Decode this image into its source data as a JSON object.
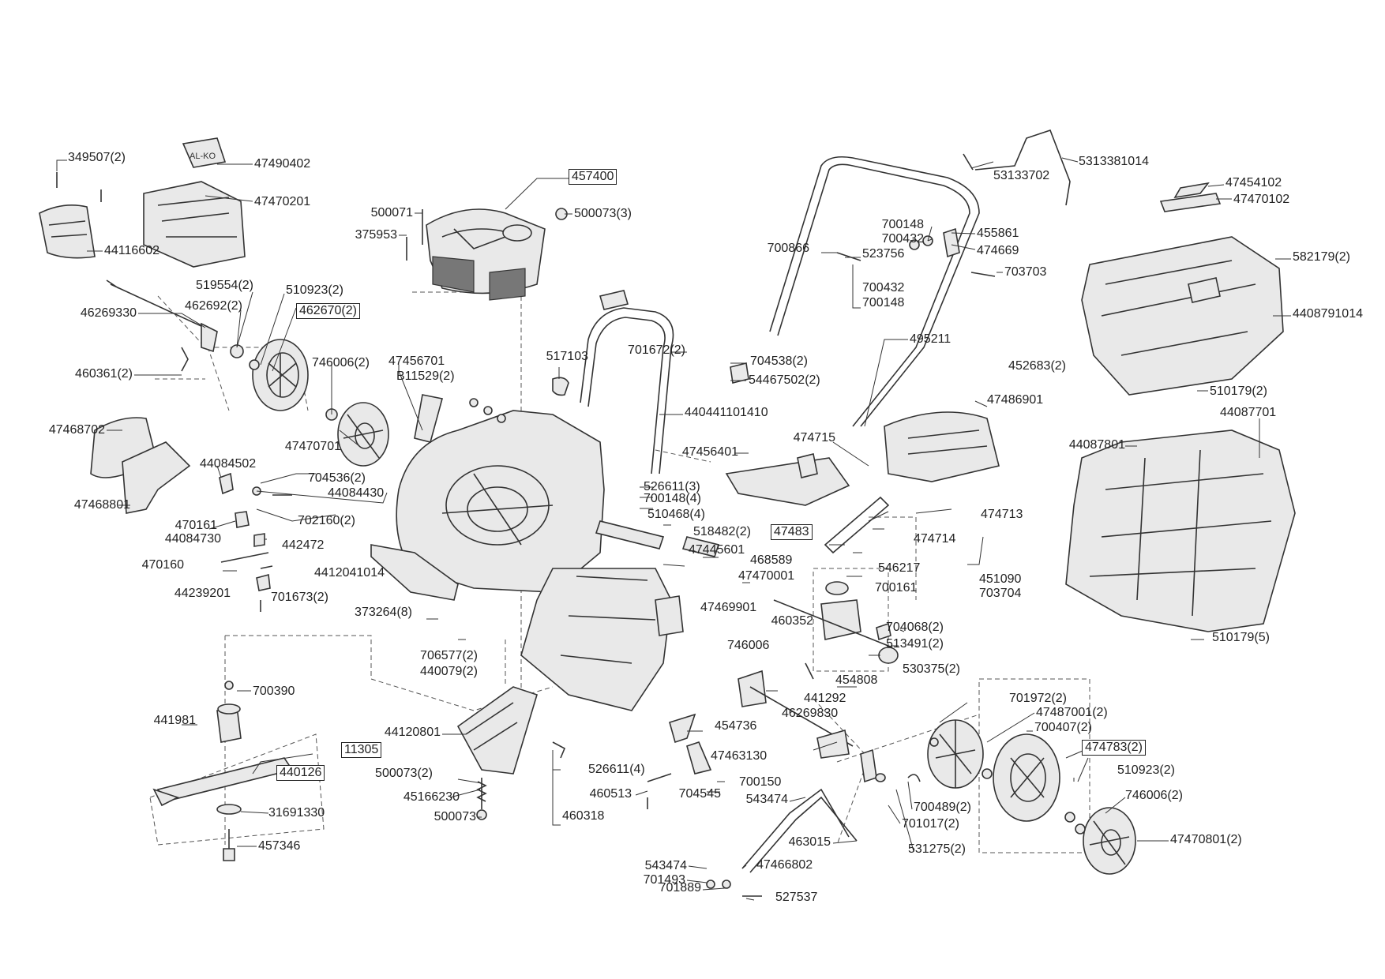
{
  "labels": {
    "l349507": "349507(2)",
    "l47490402": "47490402",
    "l47470201": "47470201",
    "l44116602": "44116602",
    "l500071": "500071",
    "l375953": "375953",
    "l457400": "457400",
    "l500073_3": "500073(3)",
    "l5313381014": "5313381014",
    "l53133702": "53133702",
    "l47454102": "47454102",
    "l47470102": "47470102",
    "l700148a": "700148",
    "l700432a": "700432",
    "l700866": "700866",
    "l523756": "523756",
    "l455861": "455861",
    "l474669": "474669",
    "l703703": "703703",
    "l582179": "582179(2)",
    "l700432b": "700432",
    "l700148b": "700148",
    "l4408791014": "4408791014",
    "l519554": "519554(2)",
    "l510923a": "510923(2)",
    "l46269330": "46269330",
    "l462692": "462692(2)",
    "l462670": "462670(2)",
    "l495211": "495211",
    "l460361": "460361(2)",
    "l701672": "701672(2)",
    "l517103": "517103",
    "l704538": "704538(2)",
    "l452683": "452683(2)",
    "l746006a": "746006(2)",
    "l47456701": "47456701",
    "l54467502": "54467502(2)",
    "lB11529": "B11529(2)",
    "l510179a": "510179(2)",
    "l47486901": "47486901",
    "l47468702": "47468702",
    "l440441101410": "440441101410",
    "l44087701": "44087701",
    "l47470701": "47470701",
    "l474715": "474715",
    "l44087801": "44087801",
    "l47456401": "47456401",
    "l44084502": "44084502",
    "l526611_3": "526611(3)",
    "l704536": "704536(2)",
    "l700148_4": "700148(4)",
    "l47468801": "47468801",
    "l44084430": "44084430",
    "l510468": "510468(4)",
    "l474713": "474713",
    "l470161": "470161",
    "l702160": "702160(2)",
    "l44084730": "44084730",
    "l518482": "518482(2)",
    "l47483": "47483",
    "l474714": "474714",
    "l442472": "442472",
    "l47445601": "47445601",
    "l470160": "470160",
    "l468589": "468589",
    "l546217": "546217",
    "l4412041014": "4412041014",
    "l47470001": "47470001",
    "l451090": "451090",
    "l44239201": "44239201",
    "l701673": "701673(2)",
    "l700161": "700161",
    "l703704": "703704",
    "l373264": "373264(8)",
    "l47469901": "47469901",
    "l460352": "460352",
    "l704068": "704068(2)",
    "l510179b": "510179(5)",
    "l513491": "513491(2)",
    "l706577": "706577(2)",
    "l746006b": "746006",
    "l440079": "440079(2)",
    "l530375": "530375(2)",
    "l454808": "454808",
    "l700390": "700390",
    "l441292": "441292",
    "l441981": "441981",
    "l46269830": "46269830",
    "l701972": "701972(2)",
    "l47487001": "47487001(2)",
    "l454736": "454736",
    "l700407": "700407(2)",
    "l44120801": "44120801",
    "l474783": "474783(2)",
    "l11305": "11305",
    "l47463130": "47463130",
    "l440126": "440126",
    "l526611_4": "526611(4)",
    "l510923b": "510923(2)",
    "l500073_2": "500073(2)",
    "l700150": "700150",
    "l45166230": "45166230",
    "l460513": "460513",
    "l704545": "704545",
    "l543474a": "543474",
    "l746006c": "746006(2)",
    "l700489": "700489(2)",
    "l31691330": "31691330",
    "l500073b": "500073",
    "l460318": "460318",
    "l701017": "701017(2)",
    "l47470801": "47470801(2)",
    "l463015": "463015",
    "l457346": "457346",
    "l531275": "531275(2)",
    "l543474b": "543474",
    "l47466802": "47466802",
    "l701493": "701493",
    "l701889": "701889",
    "l527537": "527537"
  }
}
